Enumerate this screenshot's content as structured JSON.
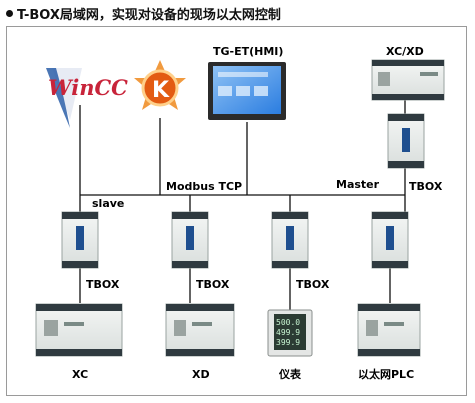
{
  "title": "T-BOX局域网，实现对设备的现场以太网控制",
  "network": {
    "bus_label": "Modbus TCP",
    "slave_label": "slave",
    "master_label": "Master"
  },
  "top_devices": {
    "wincc_logo": "WinCC",
    "kingview_logo": "K",
    "hmi_label": "TG-ET(HMI)",
    "xcxd_label": "XC/XD",
    "master_tbox_label": "TBOX"
  },
  "tbox_label": "TBOX",
  "bottom_devices": [
    {
      "label": "XC"
    },
    {
      "label": "XD"
    },
    {
      "label": "仪表"
    },
    {
      "label": "以太网PLC"
    }
  ],
  "meter_readings": [
    "500.0",
    "499.9",
    "399.9"
  ],
  "colors": {
    "line": "#111111",
    "wincc_red": "#c8243a",
    "wincc_blue": "#2a5ea8",
    "k_orange": "#e35b12",
    "screen_blue": "#2b7de0"
  }
}
